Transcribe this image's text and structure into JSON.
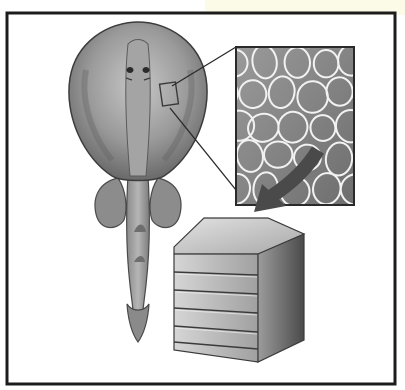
{
  "figure": {
    "panels": [
      {
        "name": "electric-ray-specimen",
        "icon": "electric-ray-icon"
      },
      {
        "name": "cell-tissue-magnification",
        "icon": "cell-mesh-icon"
      },
      {
        "name": "electrocyte-stack",
        "icon": "stacked-layers-icon"
      }
    ],
    "colors": {
      "frame": "#1c1c1c",
      "background": "#ffffff",
      "highlight_strip": "#fbfbe8",
      "fish_body": "#8f8f8f",
      "fish_shade": "#6a6a6a",
      "tissue_fill": "#8a8a8a",
      "cell_wall": "#f2f2f2",
      "arrow": "#505050",
      "stack_top": "#b8b8b8",
      "stack_side": "#7a7a7a"
    }
  }
}
